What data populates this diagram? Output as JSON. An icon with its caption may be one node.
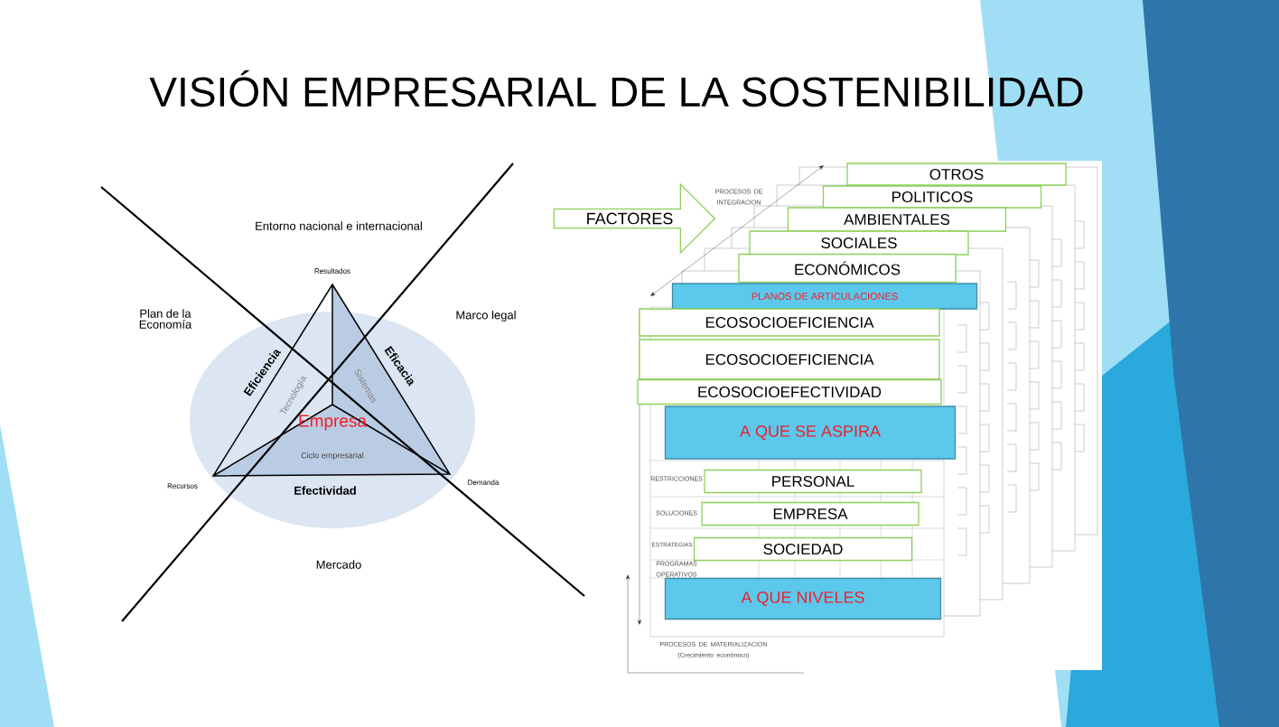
{
  "diagram": {
    "title": "VISIÓN EMPRESARIAL DE LA SOSTENIBILIDAD",
    "nodes": [
      {
        "text": [
          "FACTORES"
        ]
      },
      {
        "text": [
          "OTROS"
        ]
      },
      {
        "text": [
          "POLITICOS"
        ]
      },
      {
        "text": [
          "AMBIENTALES"
        ]
      },
      {
        "text": [
          "SOCIALES"
        ]
      },
      {
        "text": [
          "ECONÓMICOS"
        ]
      },
      {
        "text": [
          "PLANOS DE ARTICULACIONES"
        ]
      },
      {
        "text": [
          "ECOSOCIOEFICIENCIA"
        ]
      },
      {
        "text": [
          "ECOSOCIOEFICIENCIA"
        ]
      },
      {
        "text": [
          "ECOSOCIOEFECTIVIDAD"
        ]
      },
      {
        "text": [
          "A QUE SE ASPIRA"
        ]
      },
      {
        "text": [
          "PERSONAL"
        ]
      },
      {
        "text": [
          "EMPRESA"
        ]
      },
      {
        "text": [
          "SOCIEDAD"
        ]
      },
      {
        "text": [
          "A QUE NIVELES"
        ]
      },
      {
        "text": [
          "Tecnología",
          "Sistemas",
          "Empresa",
          "Ciclo empresarial"
        ]
      }
    ],
    "labels": [
      "Entorno nacional e internacional",
      "Plan de la Economía",
      "Marco legal",
      "Resultados",
      "Eficiencia",
      "Eficacia",
      "Recursos",
      "Efectividad",
      "Demanda",
      "Mercado",
      "PROCESOS DE INTEGRACION",
      "RESTRICCIONES",
      "SOLUCIONES",
      "ESTRATEGIAS",
      "PROGRAMAS OPERATIVOS",
      "PROCESOS DE MATERIALIZACION (Crecimiento económico)"
    ]
  }
}
